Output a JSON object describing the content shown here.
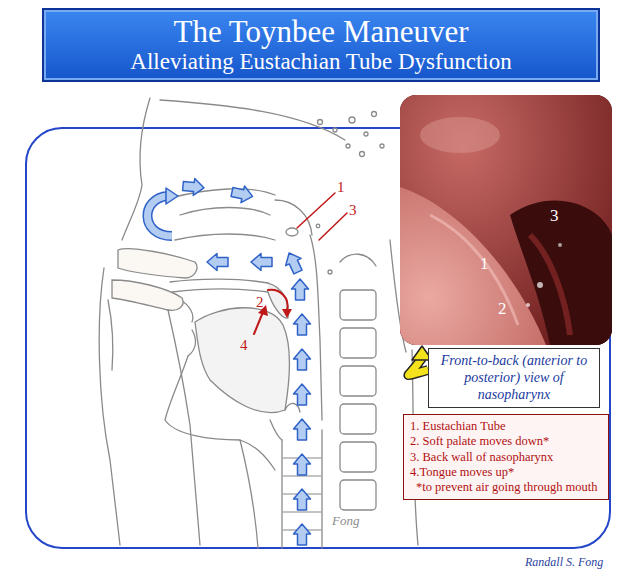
{
  "diagram": {
    "nodes": [
      {
        "text": [
          "The Toynbee Maneuver",
          "Alleviating Eustachian Tube Dysfunction"
        ]
      },
      {
        "text": [
          "3",
          "1",
          "2"
        ]
      },
      {
        "text": [
          "Front-to-back (anterior to posterior) view of nasopharynx"
        ]
      },
      {
        "text": [
          "1. Eustachian Tube",
          "2. Soft palate moves down*",
          "3. Back wall of nasopharynx",
          "4.Tongue moves up*",
          "*to prevent air going through mouth"
        ]
      }
    ],
    "edges": [
      {
        "from": 2,
        "to": 1,
        "arrow": "to"
      }
    ],
    "labels": [
      "1",
      "3",
      "2",
      "4",
      "Fong",
      "Randall S. Fong"
    ]
  }
}
